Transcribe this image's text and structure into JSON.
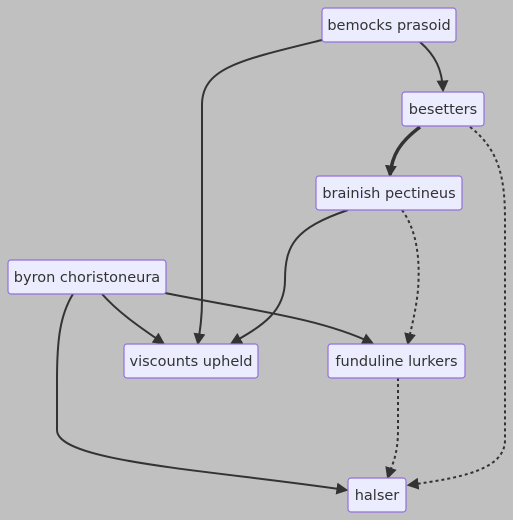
{
  "diagram": {
    "type": "flowchart",
    "nodes": [
      {
        "id": "bemocks",
        "label": "bemocks prasoid"
      },
      {
        "id": "besetters",
        "label": "besetters"
      },
      {
        "id": "brainish",
        "label": "brainish pectineus"
      },
      {
        "id": "byron",
        "label": "byron choristoneura"
      },
      {
        "id": "viscounts",
        "label": "viscounts upheld"
      },
      {
        "id": "funduline",
        "label": "funduline lurkers"
      },
      {
        "id": "halser",
        "label": "halser"
      }
    ],
    "edges": [
      {
        "from": "bemocks",
        "to": "besetters",
        "style": "solid"
      },
      {
        "from": "bemocks",
        "to": "viscounts",
        "style": "solid"
      },
      {
        "from": "besetters",
        "to": "brainish",
        "style": "thick"
      },
      {
        "from": "besetters",
        "to": "halser",
        "style": "dotted"
      },
      {
        "from": "brainish",
        "to": "viscounts",
        "style": "solid"
      },
      {
        "from": "brainish",
        "to": "funduline",
        "style": "dotted"
      },
      {
        "from": "byron",
        "to": "viscounts",
        "style": "solid"
      },
      {
        "from": "byron",
        "to": "funduline",
        "style": "solid"
      },
      {
        "from": "byron",
        "to": "halser",
        "style": "solid"
      },
      {
        "from": "funduline",
        "to": "halser",
        "style": "dotted"
      }
    ]
  }
}
